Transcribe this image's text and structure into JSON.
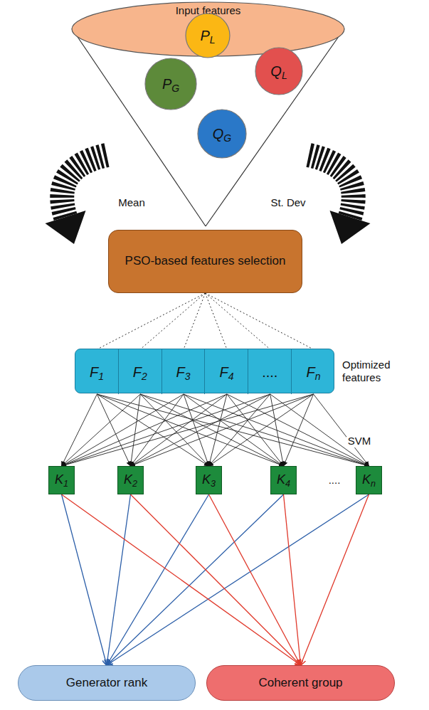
{
  "diagram": {
    "nodes": [
      {
        "text": [
          "Input features"
        ]
      },
      {
        "text": [
          "PL"
        ],
        "in": 0
      },
      {
        "text": [
          "QL"
        ],
        "in": 0
      },
      {
        "text": [
          "PG"
        ],
        "in": 0
      },
      {
        "text": [
          "QG"
        ],
        "in": 0
      },
      {
        "text": [
          "PSO-based features selection"
        ]
      },
      {
        "text": [
          "Optimized features"
        ]
      },
      {
        "text": [
          "F1"
        ],
        "in": 6
      },
      {
        "text": [
          "F2"
        ],
        "in": 6
      },
      {
        "text": [
          "F3"
        ],
        "in": 6
      },
      {
        "text": [
          "F4"
        ],
        "in": 6
      },
      {
        "text": [
          "...."
        ],
        "in": 6
      },
      {
        "text": [
          "Fn"
        ],
        "in": 6
      },
      {
        "text": [
          "K1"
        ]
      },
      {
        "text": [
          "K2"
        ]
      },
      {
        "text": [
          "K3"
        ]
      },
      {
        "text": [
          "K4"
        ]
      },
      {
        "text": [
          "Kn"
        ]
      },
      {
        "text": [
          "Generator rank"
        ]
      },
      {
        "text": [
          "Coherent group"
        ]
      }
    ],
    "edges": [
      {
        "from": 5,
        "to": 7,
        "arrow": "none"
      },
      {
        "from": 5,
        "to": 8,
        "arrow": "none"
      },
      {
        "from": 5,
        "to": 9,
        "arrow": "none"
      },
      {
        "from": 5,
        "to": 10,
        "arrow": "none"
      },
      {
        "from": 5,
        "to": 11,
        "arrow": "none"
      },
      {
        "from": 5,
        "to": 12,
        "arrow": "none"
      },
      {
        "from": 7,
        "to": 13,
        "arrow": "to"
      },
      {
        "from": 7,
        "to": 14,
        "arrow": "to"
      },
      {
        "from": 7,
        "to": 15,
        "arrow": "to"
      },
      {
        "from": 7,
        "to": 16,
        "arrow": "to"
      },
      {
        "from": 7,
        "to": 17,
        "arrow": "to"
      },
      {
        "from": 8,
        "to": 13,
        "arrow": "to"
      },
      {
        "from": 8,
        "to": 14,
        "arrow": "to"
      },
      {
        "from": 8,
        "to": 15,
        "arrow": "to"
      },
      {
        "from": 8,
        "to": 16,
        "arrow": "to"
      },
      {
        "from": 8,
        "to": 17,
        "arrow": "to"
      },
      {
        "from": 9,
        "to": 13,
        "arrow": "to"
      },
      {
        "from": 9,
        "to": 14,
        "arrow": "to"
      },
      {
        "from": 9,
        "to": 15,
        "arrow": "to"
      },
      {
        "from": 9,
        "to": 16,
        "arrow": "to"
      },
      {
        "from": 9,
        "to": 17,
        "arrow": "to"
      },
      {
        "from": 10,
        "to": 13,
        "arrow": "to"
      },
      {
        "from": 10,
        "to": 14,
        "arrow": "to"
      },
      {
        "from": 10,
        "to": 15,
        "arrow": "to"
      },
      {
        "from": 10,
        "to": 16,
        "arrow": "to"
      },
      {
        "from": 10,
        "to": 17,
        "arrow": "to"
      },
      {
        "from": 11,
        "to": 13,
        "arrow": "to"
      },
      {
        "from": 11,
        "to": 14,
        "arrow": "to"
      },
      {
        "from": 11,
        "to": 15,
        "arrow": "to"
      },
      {
        "from": 11,
        "to": 16,
        "arrow": "to"
      },
      {
        "from": 11,
        "to": 17,
        "arrow": "to"
      },
      {
        "from": 12,
        "to": 13,
        "arrow": "to"
      },
      {
        "from": 12,
        "to": 14,
        "arrow": "to"
      },
      {
        "from": 12,
        "to": 15,
        "arrow": "to"
      },
      {
        "from": 12,
        "to": 16,
        "arrow": "to"
      },
      {
        "from": 12,
        "to": 17,
        "arrow": "to"
      },
      {
        "from": 13,
        "to": 18,
        "arrow": "to"
      },
      {
        "from": 14,
        "to": 18,
        "arrow": "to"
      },
      {
        "from": 15,
        "to": 18,
        "arrow": "to"
      },
      {
        "from": 16,
        "to": 18,
        "arrow": "to"
      },
      {
        "from": 17,
        "to": 18,
        "arrow": "to"
      },
      {
        "from": 13,
        "to": 19,
        "arrow": "to"
      },
      {
        "from": 14,
        "to": 19,
        "arrow": "to"
      },
      {
        "from": 15,
        "to": 19,
        "arrow": "to"
      },
      {
        "from": 16,
        "to": 19,
        "arrow": "to"
      },
      {
        "from": 17,
        "to": 19,
        "arrow": "to"
      }
    ],
    "labels": [
      "Mean",
      "St. Dev",
      "SVM",
      "...."
    ]
  }
}
